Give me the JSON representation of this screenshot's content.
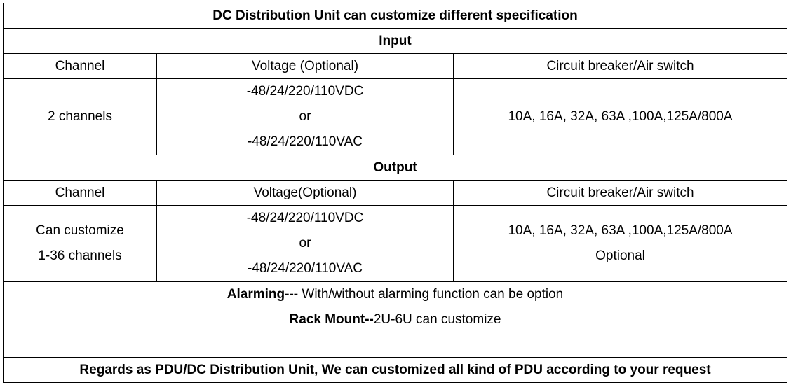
{
  "title": "DC Distribution Unit can customize different specification",
  "input": {
    "heading": "Input",
    "col_channel": "Channel",
    "col_voltage": "Voltage (Optional)",
    "col_breaker": "Circuit breaker/Air switch",
    "channel": "2 channels",
    "voltage_dc": "-48/24/220/110VDC",
    "voltage_or": "or",
    "voltage_ac": "-48/24/220/110VAC",
    "breaker": "10A, 16A, 32A, 63A ,100A,125A/800A"
  },
  "output": {
    "heading": "Output",
    "col_channel": "Channel",
    "col_voltage": "Voltage(Optional)",
    "col_breaker": "Circuit breaker/Air switch",
    "channel_line1": "Can customize",
    "channel_line2": "1-36 channels",
    "voltage_dc": "-48/24/220/110VDC",
    "voltage_or": "or",
    "voltage_ac": "-48/24/220/110VAC",
    "breaker_line1": "10A, 16A, 32A, 63A ,100A,125A/800A",
    "breaker_line2": "Optional"
  },
  "alarming": {
    "label": "Alarming---",
    "text": " With/without alarming function can be option"
  },
  "rack_mount": {
    "label": "Rack Mount--",
    "text": "2U-6U can customize"
  },
  "footer": "Regards as PDU/DC Distribution Unit, We can customized all kind of PDU according to your request"
}
